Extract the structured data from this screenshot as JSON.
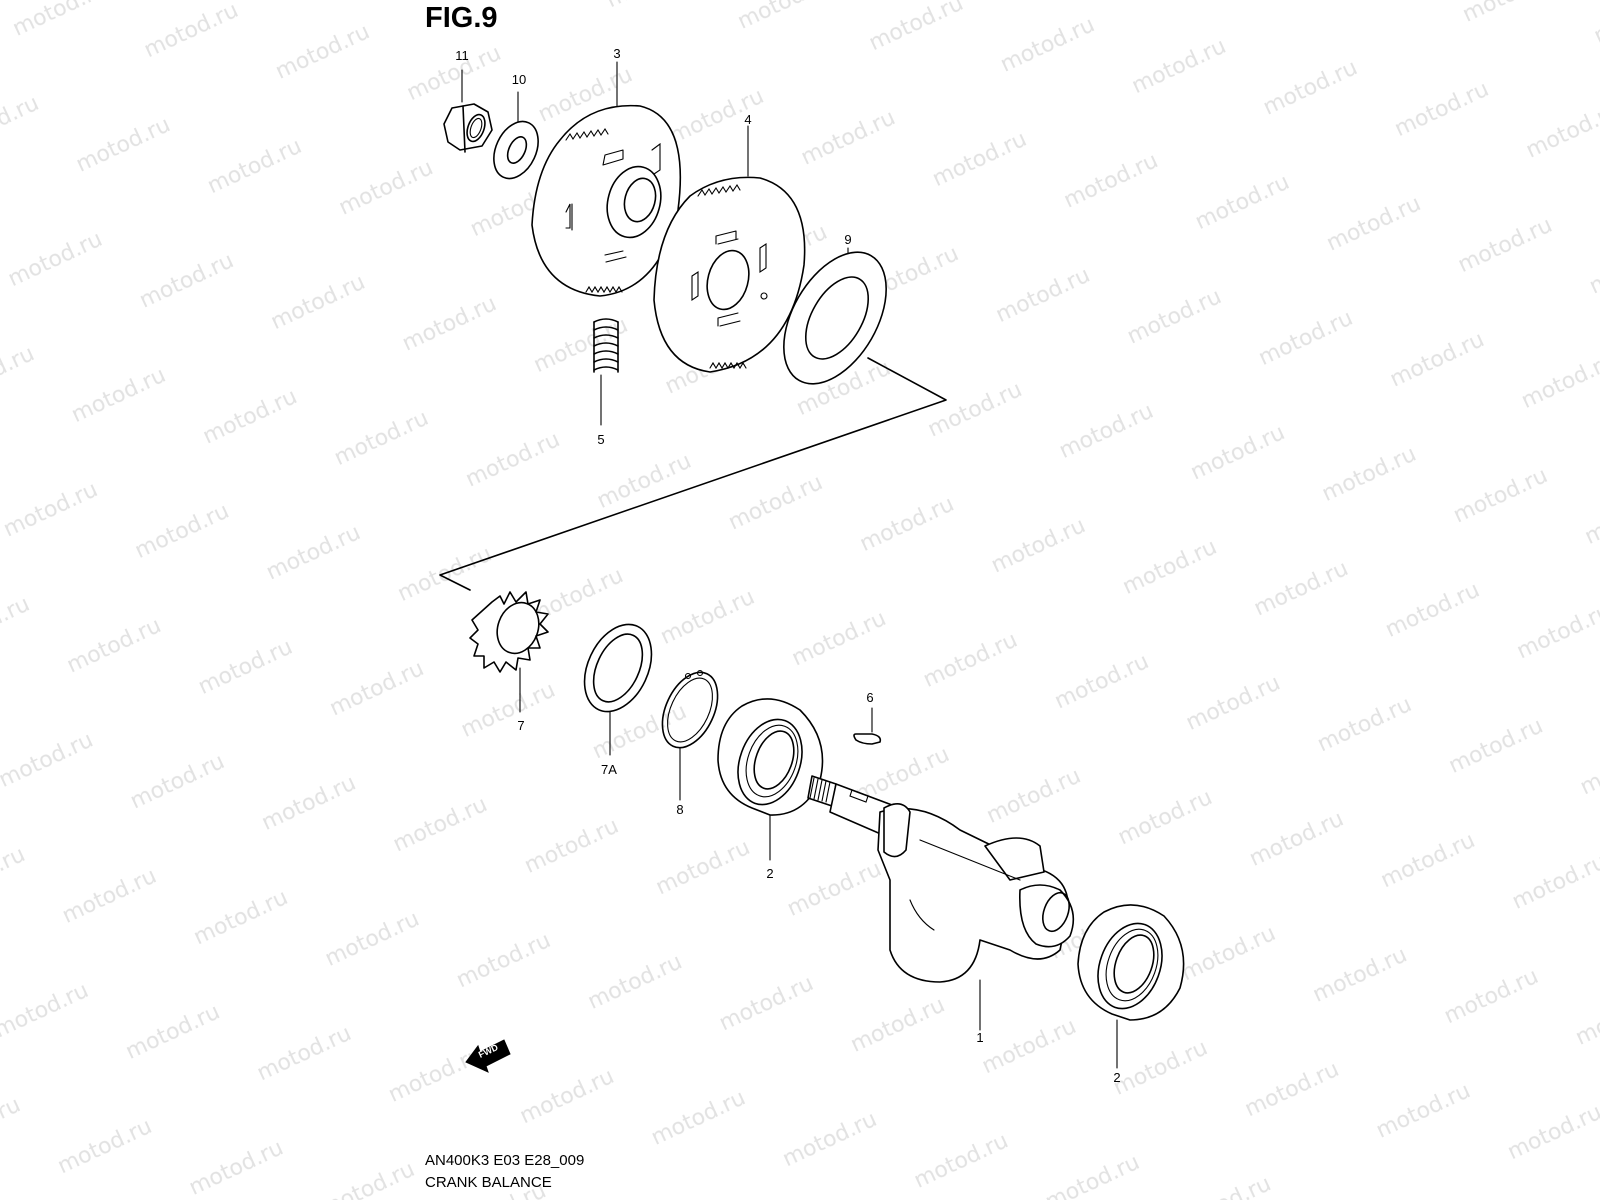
{
  "figure": {
    "title": "FIG.9",
    "model_code": "AN400K3 E03 E28_009",
    "section_name": "CRANK BALANCE",
    "watermark_text": "motod.ru",
    "forward_indicator": "FWD"
  },
  "callouts": [
    {
      "id": "11",
      "label": "11",
      "part": "flange-nut"
    },
    {
      "id": "10",
      "label": "10",
      "part": "washer"
    },
    {
      "id": "3",
      "label": "3",
      "part": "balancer-drive-gear"
    },
    {
      "id": "4",
      "label": "4",
      "part": "balancer-driven-gear"
    },
    {
      "id": "9",
      "label": "9",
      "part": "thrust-washer"
    },
    {
      "id": "5",
      "label": "5",
      "part": "spring"
    },
    {
      "id": "7",
      "label": "7",
      "part": "lock-washer"
    },
    {
      "id": "7A",
      "label": "7A",
      "part": "washer"
    },
    {
      "id": "8",
      "label": "8",
      "part": "circlip"
    },
    {
      "id": "6",
      "label": "6",
      "part": "key"
    },
    {
      "id": "2a",
      "label": "2",
      "part": "bearing-left"
    },
    {
      "id": "1",
      "label": "1",
      "part": "balancer-shaft"
    },
    {
      "id": "2b",
      "label": "2",
      "part": "bearing-right"
    }
  ],
  "colors": {
    "line": "#000000",
    "background": "#ffffff",
    "watermark": "#e2e2e2"
  }
}
